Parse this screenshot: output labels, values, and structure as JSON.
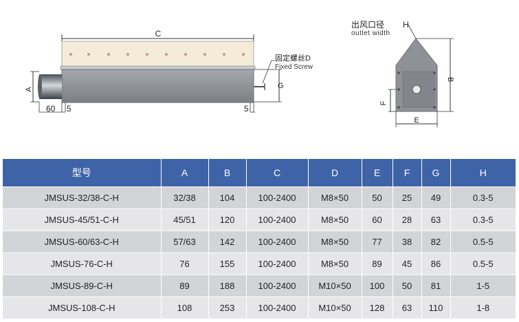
{
  "drawing": {
    "dimensions": {
      "a": "A",
      "b": "B",
      "c": "C",
      "e": "E",
      "f": "F",
      "g": "G",
      "h": "H",
      "sixty": "60",
      "five_left": "5",
      "five_right": "5"
    },
    "fixed_screw_cn": "固定螺丝D",
    "fixed_screw_en": "Fixed Screw",
    "outlet_cn": "出风口径",
    "outlet_en": "outlet width"
  },
  "table": {
    "headers": [
      "型号",
      "A",
      "B",
      "C",
      "D",
      "E",
      "F",
      "G",
      "H"
    ],
    "rows": [
      [
        "JMSUS-32/38-C-H",
        "32/38",
        "104",
        "100-2400",
        "M8×50",
        "50",
        "25",
        "49",
        "0.3-5"
      ],
      [
        "JMSUS-45/51-C-H",
        "45/51",
        "120",
        "100-2400",
        "M8×50",
        "60",
        "28",
        "63",
        "0.3-5"
      ],
      [
        "JMSUS-60/63-C-H",
        "57/63",
        "142",
        "100-2400",
        "M8×50",
        "77",
        "38",
        "82",
        "0.5-5"
      ],
      [
        "JMSUS-76-C-H",
        "76",
        "155",
        "100-2400",
        "M8×50",
        "89",
        "45",
        "86",
        "0.5-5"
      ],
      [
        "JMSUS-89-C-H",
        "89",
        "188",
        "100-2400",
        "M10×50",
        "100",
        "50",
        "81",
        "1-5"
      ],
      [
        "JMSUS-108-C-H",
        "108",
        "253",
        "100-2400",
        "M10×50",
        "128",
        "63",
        "110",
        "1-8"
      ]
    ]
  },
  "colors": {
    "header_bg": "#3f63a7",
    "row_odd": "#d3d4d8",
    "row_even": "#e6e6e9",
    "body_metal": "#8e9296",
    "nozzle_cream": "#f4ecd6"
  }
}
